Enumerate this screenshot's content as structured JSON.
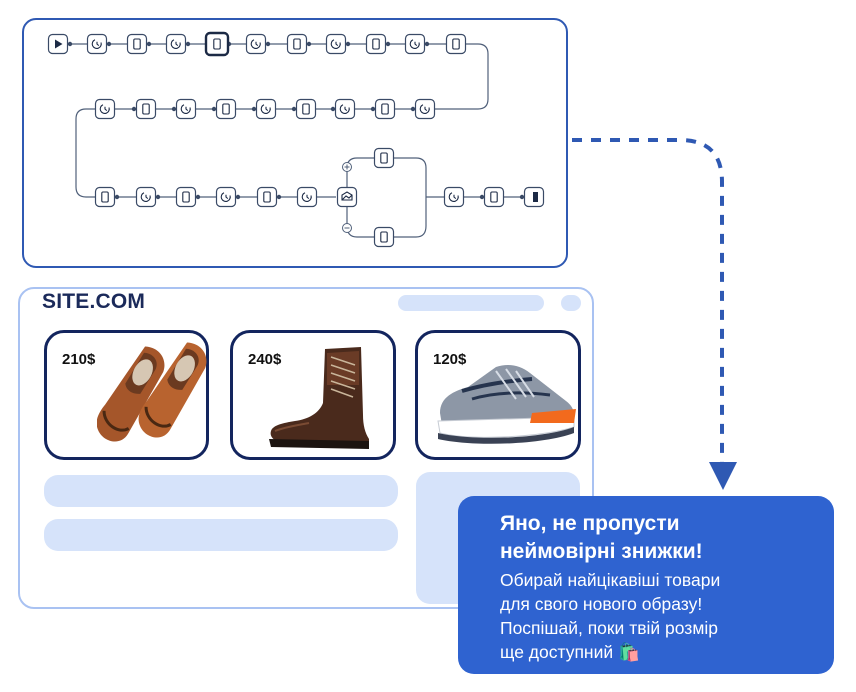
{
  "site": {
    "logo": "SITE.COM",
    "products": [
      {
        "price": "210$",
        "image": "brown-oxford-shoes-icon"
      },
      {
        "price": "240$",
        "image": "brown-leather-boots-icon"
      },
      {
        "price": "120$",
        "image": "grey-orange-sneakers-icon"
      }
    ]
  },
  "notification": {
    "title_line1": "Яно, не пропусти",
    "title_line2": "неймовірні знижки!",
    "body_line1": "Обирай найцікавіші товари",
    "body_line2": "для свого нового образу!",
    "body_line3": "Поспішай, поки твій розмір",
    "body_line4": "ще доступний",
    "emoji": "🛍️"
  },
  "colors": {
    "flow_border": "#2f59b3",
    "site_border": "#a9c2f2",
    "card_border": "#13255e",
    "notification_bg": "#2f63d0",
    "connector": "#2f59b3"
  }
}
